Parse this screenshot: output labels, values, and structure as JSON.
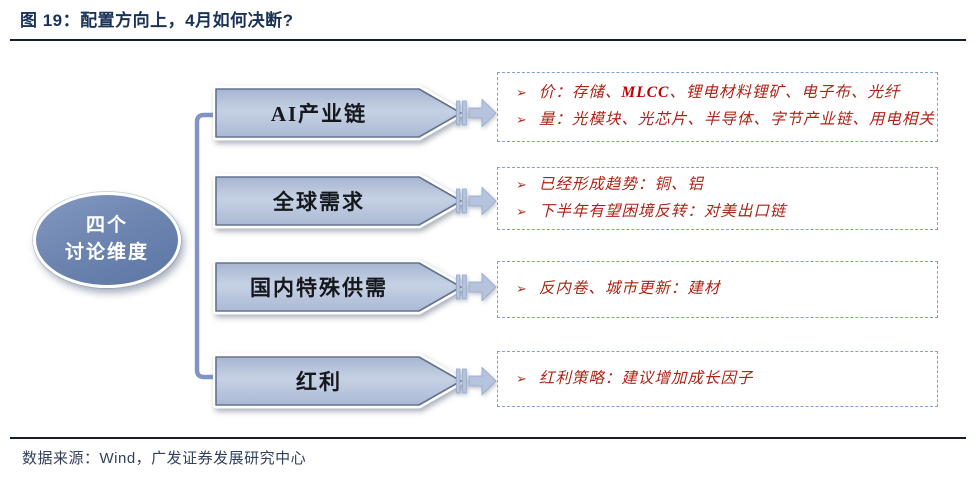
{
  "header": {
    "title": "图 19：配置方向上，4月如何决断?"
  },
  "hub": {
    "line1": "四个",
    "line2": "讨论维度"
  },
  "bullet_glyph": "➢",
  "rows": [
    {
      "label": "AI产业链",
      "points": [
        {
          "segments": [
            {
              "t": "价：存储、",
              "b": false
            },
            {
              "t": "MLCC",
              "b": true
            },
            {
              "t": "、锂电材料锂矿、电子布、光纤",
              "b": false
            }
          ]
        },
        {
          "segments": [
            {
              "t": "量：光模块、光芯片、半导体、字节产业链、用电相关",
              "b": false
            }
          ]
        }
      ]
    },
    {
      "label": "全球需求",
      "points": [
        {
          "segments": [
            {
              "t": "已经形成趋势：铜、铝",
              "b": false
            }
          ]
        },
        {
          "segments": [
            {
              "t": "下半年有望困境反转：对美出口链",
              "b": false
            }
          ]
        }
      ]
    },
    {
      "label": "国内特殊供需",
      "points": [
        {
          "segments": [
            {
              "t": "反内卷、城市更新：建材",
              "b": false
            }
          ]
        }
      ]
    },
    {
      "label": "红利",
      "points": [
        {
          "segments": [
            {
              "t": "红利策略：建议增加成长因子",
              "b": false
            }
          ]
        }
      ]
    }
  ],
  "footer": {
    "source": "数据来源：Wind，广发证券发展研究中心"
  },
  "colors": {
    "title_navy": "#1B3257",
    "accent_red": "#AE2317",
    "bold_red": "#C00000",
    "shape_fill_blue": "#B6C4DC",
    "hub_blue": "#6D84B0",
    "bracket_blue": "#8294C6",
    "dash_border_blue": "#7DA0D8"
  }
}
